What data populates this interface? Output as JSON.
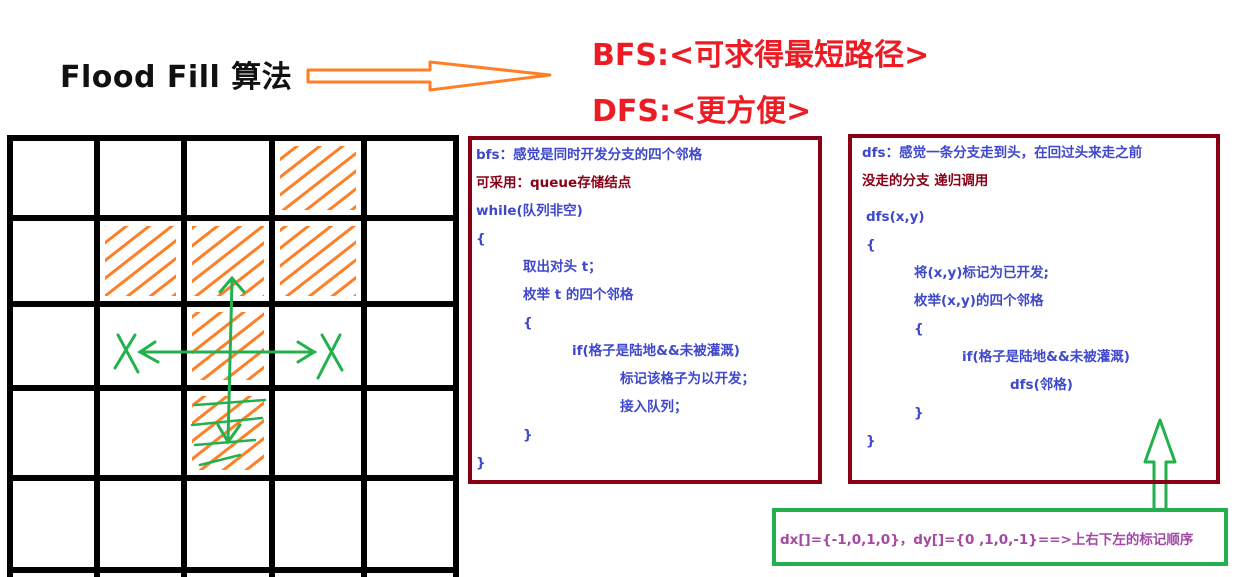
{
  "title": "Flood Fill 算法",
  "bfs_heading": "BFS:<可求得最短路径>",
  "dfs_heading": "DFS:<更方便>",
  "bfs_box": {
    "lines": [
      "bfs：感觉是同时开发分支的四个邻格",
      "可采用：queue存储结点",
      "while(队列非空)",
      "{",
      "取出对头 t；",
      "枚举 t 的四个邻格",
      "{",
      "if(格子是陆地&&未被灌溉)",
      "标记该格子为以开发；",
      "接入队列；",
      "}",
      "}"
    ]
  },
  "dfs_box": {
    "lines": [
      "dfs：感觉一条分支走到头，在回过头来走之前",
      "没走的分支  递归调用",
      "dfs(x,y)",
      "{",
      "将(x,y)标记为已开发;",
      "枚举(x,y)的四个邻格",
      "{",
      "if(格子是陆地&&未被灌溉)",
      "dfs(邻格)",
      "}",
      "}"
    ]
  },
  "direction_note": "dx[]={-1,0,1,0}，dy[]={0 ,1,0,-1}==>上右下左的标记顺序",
  "grid": {
    "rows": 5,
    "cols": 5,
    "filled_cells": [
      [
        0,
        3
      ],
      [
        1,
        1
      ],
      [
        1,
        2
      ],
      [
        1,
        3
      ],
      [
        2,
        2
      ],
      [
        3,
        2
      ]
    ]
  },
  "colors": {
    "heading_red": "#ed1c24",
    "box_dark_red": "#880015",
    "code_blue": "#3f48cc",
    "note_purple": "#a349a4",
    "green": "#22b14c",
    "hatch_orange": "#ff7f27"
  }
}
